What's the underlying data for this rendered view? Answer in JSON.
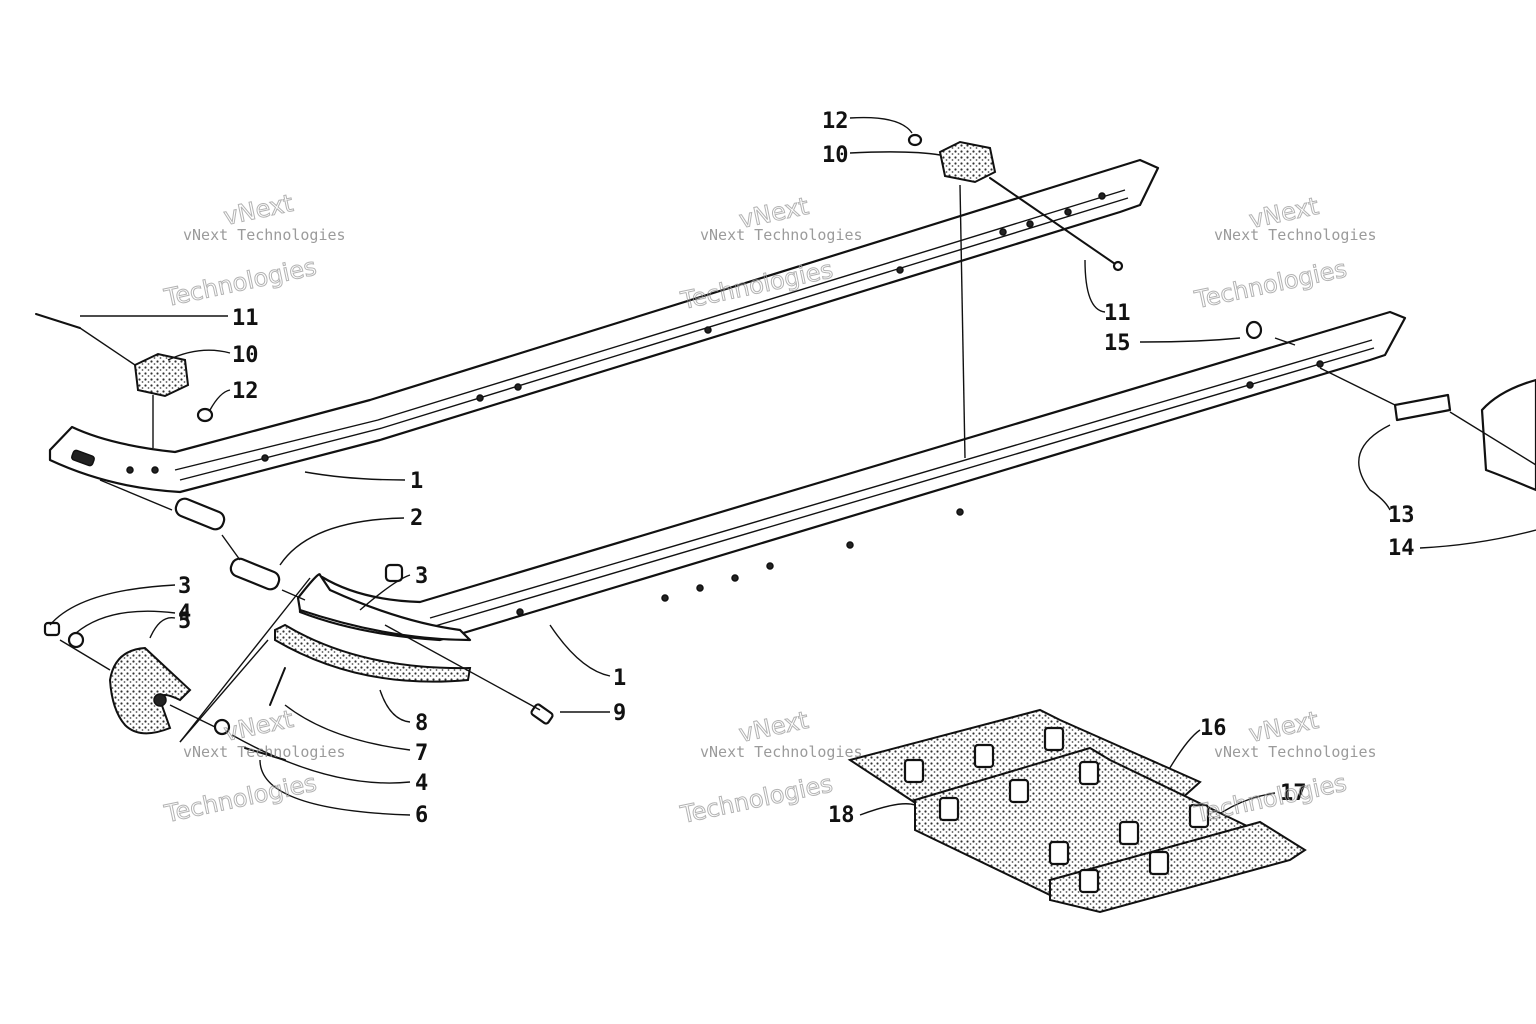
{
  "diagram": {
    "callouts": {
      "c1a": "1",
      "c1b": "1",
      "c2": "2",
      "c3a": "3",
      "c3b": "3",
      "c4a": "4",
      "c4b": "4",
      "c5": "5",
      "c6": "6",
      "c7": "7",
      "c8": "8",
      "c9": "9",
      "c10a": "10",
      "c10b": "10",
      "c11a": "11",
      "c11b": "11",
      "c12a": "12",
      "c12b": "12",
      "c13": "13",
      "c14": "14",
      "c15": "15",
      "c16": "16",
      "c17": "17",
      "c18": "18"
    },
    "watermark": {
      "line_small": "vNext Technologies",
      "line_top": "vNext",
      "line_big": "Technologies"
    }
  }
}
